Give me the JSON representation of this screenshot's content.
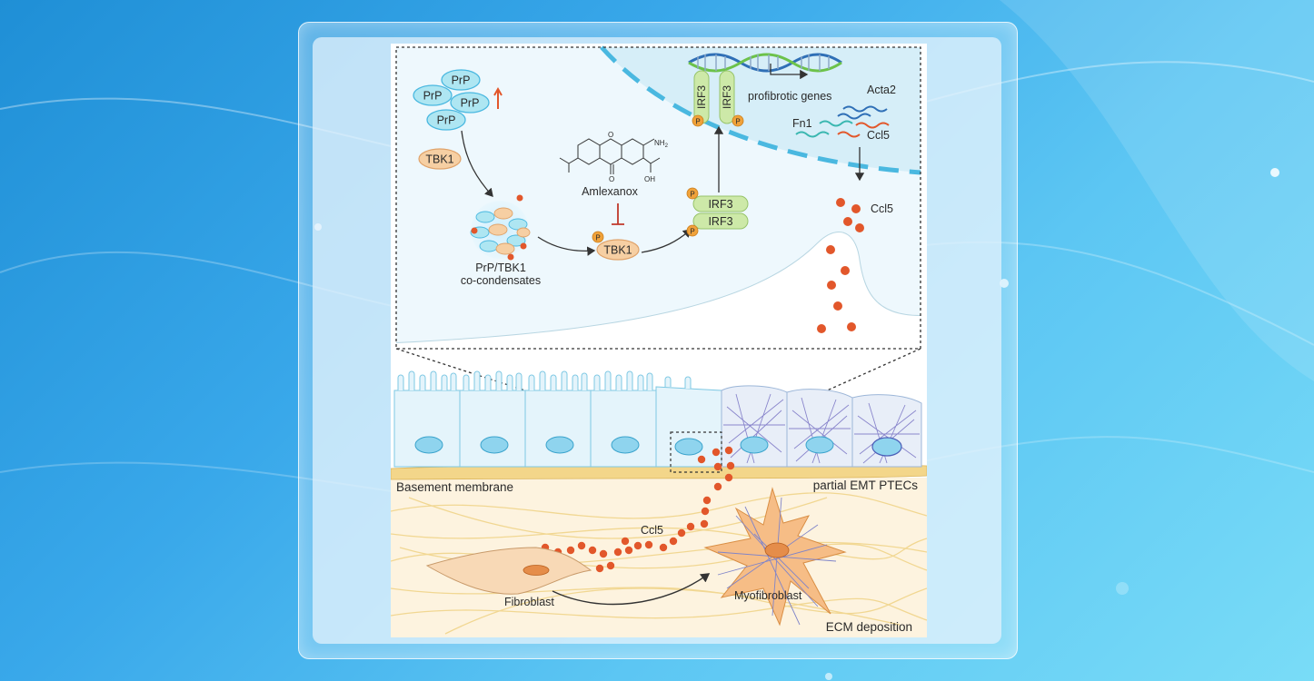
{
  "colors": {
    "accent_orange": "#e2572b",
    "membrane_blue": "#4ab8e0",
    "prp_blue": "#aee6f2",
    "tbk1_peach": "#f6cfa3",
    "irf3_green": "#cde9a8",
    "basement_yellow": "#f3d68a"
  },
  "zoom_panel": {
    "prp_label": "PrP",
    "tbk1_label": "TBK1",
    "condensate_label_line1": "PrP/TBK1",
    "condensate_label_line2": "co-condensates",
    "drug_label": "Amlexanox",
    "nh2_label": "NH",
    "nh2_sub": "2",
    "oh_label": "OH",
    "o_label": "O",
    "o_top_label": "O",
    "phospho_label": "P",
    "irf3_label": "IRF3",
    "profibrotic_label": "profibrotic genes",
    "gene_acta2": "Acta2",
    "gene_fn1": "Fn1",
    "gene_ccl5": "Ccl5",
    "secreted_ccl5": "Ccl5"
  },
  "tissue": {
    "basement_membrane_label": "Basement membrane",
    "partial_emt_label": "partial EMT PTECs",
    "ccl5_label": "Ccl5",
    "fibroblast_label": "Fibroblast",
    "myofibroblast_label": "Myofibroblast",
    "ecm_label": "ECM deposition"
  }
}
